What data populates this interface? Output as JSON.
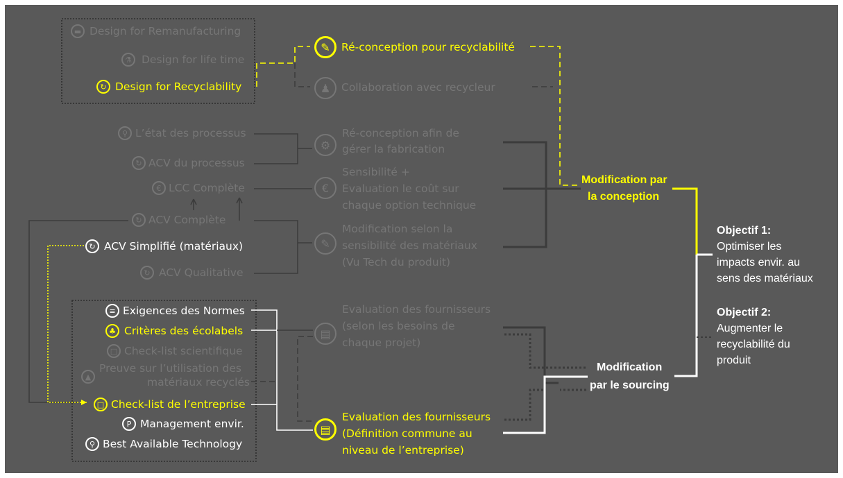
{
  "group1": {
    "remanufacturing": "Design for Remanufacturing",
    "life_time": "Design for life time",
    "recyclability": "Design for Recyclability"
  },
  "design_actions": {
    "reconception_recyclabilite": "Ré-conception pour recyclabilité",
    "collaboration_recycleur": "Collaboration avec recycleur"
  },
  "process": {
    "etat_processus": "L’état des processus",
    "acv_processus": "ACV du processus",
    "lcc_complete": "LCC Complète",
    "acv_complete": "ACV Complète",
    "acv_simplifie": "ACV Simplifié (matériaux)",
    "acv_qualitative": "ACV Qualitative"
  },
  "process_actions": {
    "fabrication": [
      "Ré-conception afin de",
      "gérer la fabrication"
    ],
    "sensibilite": [
      "Sensibilité  +",
      "Evaluation le coût sur",
      "chaque option technique"
    ],
    "materiaux": [
      "Modification selon la",
      "sensibilité des matériaux",
      "(Vu Tech du produit)"
    ]
  },
  "group2": {
    "normes": "Exigences des Normes",
    "ecolabels": "Critères des écolabels",
    "scientifique": "Check-list scientifique",
    "preuve": [
      "Preuve sur l’utilisation des",
      "matériaux recyclés"
    ],
    "checklist_entreprise": "Check-list de l’entreprise",
    "management": "Management envir.",
    "bat": "Best Available Technology"
  },
  "supplier_actions": {
    "eval_projet": [
      "Evaluation des fournisseurs",
      "(selon les besoins de",
      "chaque projet)"
    ],
    "eval_commune": [
      "Evaluation des fournisseurs",
      "(Définition commune au",
      "niveau de l’entreprise)"
    ]
  },
  "modifications": {
    "conception": [
      "Modification par",
      "la conception"
    ],
    "sourcing": [
      "Modification",
      "par le sourcing"
    ]
  },
  "objectives": {
    "obj1_title": "Objectif 1:",
    "obj1_lines": [
      "Optimiser les",
      "impacts envir. au",
      "sens des matériaux"
    ],
    "obj2_title": "Objectif 2:",
    "obj2_lines": [
      "Augmenter le",
      "recyclabilité du",
      "produit"
    ]
  },
  "icons": {
    "remanufacturing": "remanufacturing-icon",
    "life_time": "life-time-icon",
    "recyclability": "recycle-icon",
    "reconception": "pencil-icon",
    "collaboration": "people-icon",
    "etat_processus": "magnifier-icon",
    "acv": "cycle-icon",
    "lcc": "euro-icon",
    "fabrication": "gears-icon",
    "normes": "document-lines-icon",
    "ecolabels": "ecolabel-icon",
    "scientifique": "checklist-icon",
    "preuve": "thumbs-up-icon",
    "management": "management-icon",
    "bat": "flask-icon",
    "clipboard": "clipboard-icon"
  },
  "colors": {
    "background": "#595959",
    "dim": "#767676",
    "highlight": "#ffff00",
    "white": "#ffffff"
  }
}
